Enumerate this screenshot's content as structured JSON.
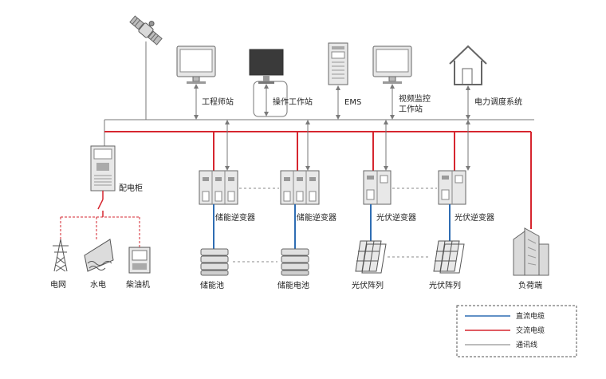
{
  "colors": {
    "dc_cable": "#2f6db3",
    "ac_cable": "#d6262f",
    "comm_line": "#7a7a7a",
    "device_fill": "#e8e8e8",
    "device_stroke": "#6f6f6f"
  },
  "top_devices": {
    "engineer_station": "工程师站",
    "operator_station": "操作工作站",
    "ems": "EMS",
    "video_monitor_line1": "视频监控",
    "video_monitor_line2": "工作站",
    "dispatch_system": "电力调度系统"
  },
  "distribution_cabinet": "配电柜",
  "sources": {
    "grid": "电网",
    "hydro": "水电",
    "diesel": "柴油机"
  },
  "storage_inverters": [
    "储能逆变器",
    "储能逆变器"
  ],
  "pv_inverters": [
    "光伏逆变器",
    "光伏逆变器"
  ],
  "batteries": [
    "储能池",
    "储能电池"
  ],
  "pv_arrays": [
    "光伏阵列",
    "光伏阵列"
  ],
  "load": "负荷端",
  "legend": {
    "dc": "直流电缆",
    "ac": "交流电缆",
    "comm": "通讯线"
  },
  "icons": {
    "satellite": "satellite-icon",
    "monitor": "monitor-icon",
    "server": "server-rack-icon",
    "house": "house-icon",
    "cabinet": "cabinet-icon",
    "tower": "transmission-tower-icon",
    "hydro": "hydro-icon",
    "generator": "generator-icon",
    "inverter": "inverter-icon",
    "battery": "battery-stack-icon",
    "solar": "solar-panel-icon",
    "building": "building-icon"
  }
}
